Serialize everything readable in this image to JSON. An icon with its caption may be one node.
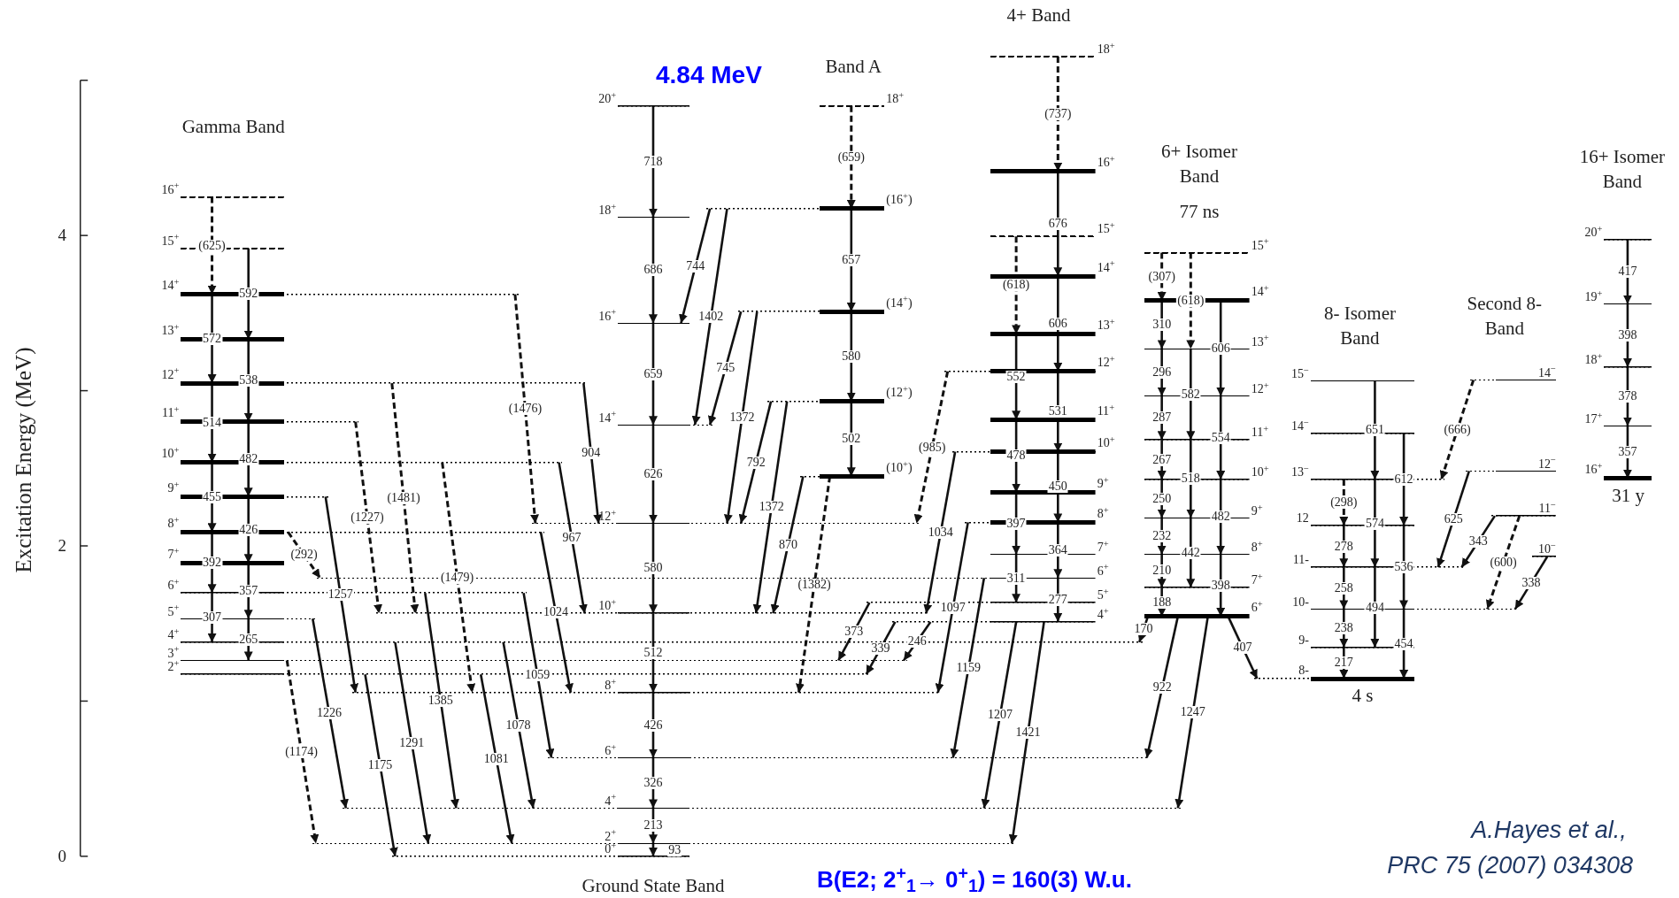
{
  "diagram": {
    "nodes": [
      {
        "text": [
          "20$^{+}$"
        ]
      },
      {
        "text": [
          "18$^{+}$"
        ]
      },
      {
        "text": [
          "16$^{+}$"
        ]
      },
      {
        "text": [
          "14$^{+}$"
        ]
      },
      {
        "text": [
          "12$^{+}$"
        ]
      },
      {
        "text": [
          "10$^{+}$"
        ]
      },
      {
        "text": [
          "8$^{+}$"
        ]
      },
      {
        "text": [
          "6$^{+}$"
        ]
      },
      {
        "text": [
          "4$^{+}$"
        ]
      },
      {
        "text": [
          "2$^{+}$"
        ]
      },
      {
        "text": [
          "0$^{+}$"
        ]
      },
      {
        "text": [
          "16$^{+}$"
        ]
      },
      {
        "text": [
          "15$^{+}$"
        ]
      },
      {
        "text": [
          "14$^{+}$"
        ]
      },
      {
        "text": [
          "13$^{+}$"
        ]
      },
      {
        "text": [
          "12$^{+}$"
        ]
      },
      {
        "text": [
          "11$^{+}$"
        ]
      },
      {
        "text": [
          "10$^{+}$"
        ]
      },
      {
        "text": [
          "9$^{+}$"
        ]
      },
      {
        "text": [
          "8$^{+}$"
        ]
      },
      {
        "text": [
          "7$^{+}$"
        ]
      },
      {
        "text": [
          "6$^{+}$"
        ]
      },
      {
        "text": [
          "5$^{+}$"
        ]
      },
      {
        "text": [
          "4$^{+}$"
        ]
      },
      {
        "text": [
          "3$^{+}$"
        ]
      },
      {
        "text": [
          "2$^{+}$"
        ]
      },
      {
        "text": [
          "18$^{+}$"
        ]
      },
      {
        "text": [
          "(16$^{+}$)"
        ]
      },
      {
        "text": [
          "(14$^{+}$)"
        ]
      },
      {
        "text": [
          "(12$^{+}$)"
        ]
      },
      {
        "text": [
          "(10$^{+}$)"
        ]
      },
      {
        "text": [
          "18$^{+}$"
        ]
      },
      {
        "text": [
          "16$^{+}$"
        ]
      },
      {
        "text": [
          "15$^{+}$"
        ]
      },
      {
        "text": [
          "14$^{+}$"
        ]
      },
      {
        "text": [
          "13$^{+}$"
        ]
      },
      {
        "text": [
          "12$^{+}$"
        ]
      },
      {
        "text": [
          "11$^{+}$"
        ]
      },
      {
        "text": [
          "10$^{+}$"
        ]
      },
      {
        "text": [
          "9$^{+}$"
        ]
      },
      {
        "text": [
          "8$^{+}$"
        ]
      },
      {
        "text": [
          "7$^{+}$"
        ]
      },
      {
        "text": [
          "6$^{+}$"
        ]
      },
      {
        "text": [
          "5$^{+}$"
        ]
      },
      {
        "text": [
          "4$^{+}$"
        ]
      },
      {
        "text": [
          "15$^{+}$"
        ]
      },
      {
        "text": [
          "14$^{+}$"
        ]
      },
      {
        "text": [
          "13$^{+}$"
        ]
      },
      {
        "text": [
          "12$^{+}$"
        ]
      },
      {
        "text": [
          "11$^{+}$"
        ]
      },
      {
        "text": [
          "10$^{+}$"
        ]
      },
      {
        "text": [
          "9$^{+}$"
        ]
      },
      {
        "text": [
          "8$^{+}$"
        ]
      },
      {
        "text": [
          "7$^{+}$"
        ]
      },
      {
        "text": [
          "6$^{+}$"
        ]
      },
      {
        "text": [
          "15$^{−}$"
        ]
      },
      {
        "text": [
          "14$^{−}$"
        ]
      },
      {
        "text": [
          "13$^{−}$"
        ]
      },
      {
        "text": [
          "12"
        ]
      },
      {
        "text": [
          "11-"
        ]
      },
      {
        "text": [
          "10-"
        ]
      },
      {
        "text": [
          "9-"
        ]
      },
      {
        "text": [
          "8-"
        ],
        "beside": [
          "4 s"
        ]
      },
      {
        "text": [
          "14$^{−}$"
        ]
      },
      {
        "text": [
          "12$^{−}$"
        ]
      },
      {
        "text": [
          "11$^{−}$"
        ]
      },
      {
        "text": [
          "10$^{−}$"
        ]
      },
      {
        "text": [
          "20$^{+}$"
        ]
      },
      {
        "text": [
          "19$^{+}$"
        ]
      },
      {
        "text": [
          "18$^{+}$"
        ]
      },
      {
        "text": [
          "17$^{+}$"
        ]
      },
      {
        "text": [
          "16$^{+}$"
        ],
        "beside": [
          "31 y"
        ]
      }
    ],
    "edges": [
      {
        "from": 0,
        "to": 1,
        "arrow": "to",
        "label": "718"
      },
      {
        "from": 1,
        "to": 2,
        "arrow": "to",
        "label": "686"
      },
      {
        "from": 2,
        "to": 3,
        "arrow": "to",
        "label": "659"
      },
      {
        "from": 3,
        "to": 4,
        "arrow": "to",
        "label": "626"
      },
      {
        "from": 4,
        "to": 5,
        "arrow": "to",
        "label": "580"
      },
      {
        "from": 5,
        "to": 6,
        "arrow": "to",
        "label": "512"
      },
      {
        "from": 6,
        "to": 7,
        "arrow": "to",
        "label": "426"
      },
      {
        "from": 7,
        "to": 8,
        "arrow": "to",
        "label": "326"
      },
      {
        "from": 8,
        "to": 9,
        "arrow": "to",
        "label": "213"
      },
      {
        "from": 9,
        "to": 10,
        "arrow": "to",
        "label": "93"
      },
      {
        "from": 11,
        "to": 13,
        "arrow": "to",
        "label": "(625)",
        "style": "dashed"
      },
      {
        "from": 13,
        "to": 15,
        "arrow": "to",
        "label": "572"
      },
      {
        "from": 15,
        "to": 17,
        "arrow": "to",
        "label": "514"
      },
      {
        "from": 17,
        "to": 19,
        "arrow": "to",
        "label": "455"
      },
      {
        "from": 19,
        "to": 21,
        "arrow": "to",
        "label": "392"
      },
      {
        "from": 21,
        "to": 23,
        "arrow": "to",
        "label": "307"
      },
      {
        "from": 12,
        "to": 14,
        "arrow": "to",
        "label": "592"
      },
      {
        "from": 14,
        "to": 16,
        "arrow": "to",
        "label": "538"
      },
      {
        "from": 16,
        "to": 18,
        "arrow": "to",
        "label": "482"
      },
      {
        "from": 18,
        "to": 20,
        "arrow": "to",
        "label": "426"
      },
      {
        "from": 20,
        "to": 22,
        "arrow": "to",
        "label": "357"
      },
      {
        "from": 22,
        "to": 24,
        "arrow": "to",
        "label": "265"
      },
      {
        "from": 13,
        "to": 4,
        "arrow": "to",
        "label": "(1476)",
        "style": "dashed"
      },
      {
        "from": 15,
        "to": 4,
        "arrow": "to",
        "label": "904"
      },
      {
        "from": 15,
        "to": 5,
        "arrow": "to",
        "label": "(1481)",
        "style": "dashed"
      },
      {
        "from": 16,
        "to": 5,
        "arrow": "to",
        "label": "(1227)",
        "style": "dashed"
      },
      {
        "from": 17,
        "to": 6,
        "arrow": "to",
        "label": "(1479)",
        "style": "dashed"
      },
      {
        "from": 17,
        "to": 5,
        "arrow": "to",
        "label": "967"
      },
      {
        "from": 18,
        "to": 6,
        "arrow": "to",
        "label": "1257"
      },
      {
        "from": 19,
        "to": 42,
        "arrow": "to",
        "label": "(292)",
        "style": "dashed"
      },
      {
        "from": 19,
        "to": 6,
        "arrow": "to",
        "label": "1024"
      },
      {
        "from": 21,
        "to": 8,
        "arrow": "to",
        "label": "1385"
      },
      {
        "from": 21,
        "to": 7,
        "arrow": "to",
        "label": "1059"
      },
      {
        "from": 22,
        "to": 8,
        "arrow": "to",
        "label": "1226"
      },
      {
        "from": 23,
        "to": 9,
        "arrow": "to",
        "label": "1291"
      },
      {
        "from": 23,
        "to": 8,
        "arrow": "to",
        "label": "1078"
      },
      {
        "from": 24,
        "to": 9,
        "arrow": "to",
        "label": "(1174)",
        "style": "dashed"
      },
      {
        "from": 25,
        "to": 10,
        "arrow": "to",
        "label": "1175"
      },
      {
        "from": 25,
        "to": 9,
        "arrow": "to",
        "label": "1081"
      },
      {
        "from": 26,
        "to": 27,
        "arrow": "to",
        "label": "(659)",
        "style": "dashed"
      },
      {
        "from": 27,
        "to": 28,
        "arrow": "to",
        "label": "657"
      },
      {
        "from": 28,
        "to": 29,
        "arrow": "to",
        "label": "580"
      },
      {
        "from": 29,
        "to": 30,
        "arrow": "to",
        "label": "502"
      },
      {
        "from": 27,
        "to": 2,
        "arrow": "to",
        "label": "744"
      },
      {
        "from": 27,
        "to": 3,
        "arrow": "to",
        "label": "1402"
      },
      {
        "from": 28,
        "to": 3,
        "arrow": "to",
        "label": "745"
      },
      {
        "from": 28,
        "to": 4,
        "arrow": "to",
        "label": "1372"
      },
      {
        "from": 29,
        "to": 4,
        "arrow": "to",
        "label": "792"
      },
      {
        "from": 29,
        "to": 5,
        "arrow": "to",
        "label": "1372"
      },
      {
        "from": 30,
        "to": 5,
        "arrow": "to",
        "label": "870"
      },
      {
        "from": 30,
        "to": 6,
        "arrow": "to",
        "label": "(1382)",
        "style": "dashed"
      },
      {
        "from": 31,
        "to": 32,
        "arrow": "to",
        "label": "(737)",
        "style": "dashed"
      },
      {
        "from": 32,
        "to": 34,
        "arrow": "to",
        "label": "676"
      },
      {
        "from": 34,
        "to": 36,
        "arrow": "to",
        "label": "606"
      },
      {
        "from": 36,
        "to": 38,
        "arrow": "to",
        "label": "531"
      },
      {
        "from": 38,
        "to": 40,
        "arrow": "to",
        "label": "450"
      },
      {
        "from": 40,
        "to": 42,
        "arrow": "to",
        "label": "364"
      },
      {
        "from": 42,
        "to": 44,
        "arrow": "to",
        "label": "277"
      },
      {
        "from": 33,
        "to": 35,
        "arrow": "to",
        "label": "(618)",
        "style": "dashed"
      },
      {
        "from": 35,
        "to": 37,
        "arrow": "to",
        "label": "552"
      },
      {
        "from": 37,
        "to": 39,
        "arrow": "to",
        "label": "478"
      },
      {
        "from": 39,
        "to": 41,
        "arrow": "to",
        "label": "397"
      },
      {
        "from": 41,
        "to": 43,
        "arrow": "to",
        "label": "311"
      },
      {
        "from": 36,
        "to": 4,
        "arrow": "to",
        "label": "(985)",
        "style": "dashed"
      },
      {
        "from": 38,
        "to": 5,
        "arrow": "to",
        "label": "1034"
      },
      {
        "from": 40,
        "to": 6,
        "arrow": "to",
        "label": "1097"
      },
      {
        "from": 42,
        "to": 7,
        "arrow": "to",
        "label": "1159"
      },
      {
        "from": 44,
        "to": 8,
        "arrow": "to",
        "label": "1207"
      },
      {
        "from": 44,
        "to": 9,
        "arrow": "to",
        "label": "1421"
      },
      {
        "from": 43,
        "to": 24,
        "arrow": "to",
        "label": "373"
      },
      {
        "from": 44,
        "to": 25,
        "arrow": "to",
        "label": "339"
      },
      {
        "from": 44,
        "to": 24,
        "arrow": "to",
        "label": "246"
      },
      {
        "from": 45,
        "to": 46,
        "arrow": "to",
        "label": "(307)",
        "style": "dashed"
      },
      {
        "from": 46,
        "to": 47,
        "arrow": "to",
        "label": "310"
      },
      {
        "from": 47,
        "to": 48,
        "arrow": "to",
        "label": "296"
      },
      {
        "from": 48,
        "to": 49,
        "arrow": "to",
        "label": "287"
      },
      {
        "from": 49,
        "to": 50,
        "arrow": "to",
        "label": "267"
      },
      {
        "from": 50,
        "to": 51,
        "arrow": "to",
        "label": "250"
      },
      {
        "from": 51,
        "to": 52,
        "arrow": "to",
        "label": "232"
      },
      {
        "from": 52,
        "to": 53,
        "arrow": "to",
        "label": "210"
      },
      {
        "from": 53,
        "to": 54,
        "arrow": "to",
        "label": "188"
      },
      {
        "from": 45,
        "to": 47,
        "arrow": "to",
        "label": "(618)",
        "style": "dashed"
      },
      {
        "from": 47,
        "to": 49,
        "arrow": "to",
        "label": "582"
      },
      {
        "from": 49,
        "to": 51,
        "arrow": "to",
        "label": "518"
      },
      {
        "from": 51,
        "to": 53,
        "arrow": "to",
        "label": "442"
      },
      {
        "from": 46,
        "to": 48,
        "arrow": "to",
        "label": "606"
      },
      {
        "from": 48,
        "to": 50,
        "arrow": "to",
        "label": "554"
      },
      {
        "from": 50,
        "to": 52,
        "arrow": "to",
        "label": "482"
      },
      {
        "from": 52,
        "to": 54,
        "arrow": "to",
        "label": "398"
      },
      {
        "from": 54,
        "to": 23,
        "arrow": "to",
        "label": "170"
      },
      {
        "from": 54,
        "to": 7,
        "arrow": "to",
        "label": "922"
      },
      {
        "from": 54,
        "to": 8,
        "arrow": "to",
        "label": "1247"
      },
      {
        "from": 54,
        "to": 62,
        "arrow": "to",
        "label": "407"
      },
      {
        "from": 57,
        "to": 58,
        "arrow": "to",
        "label": "(298)",
        "style": "dashed"
      },
      {
        "from": 58,
        "to": 59,
        "arrow": "to",
        "label": "278"
      },
      {
        "from": 59,
        "to": 60,
        "arrow": "to",
        "label": "258"
      },
      {
        "from": 60,
        "to": 61,
        "arrow": "to",
        "label": "238"
      },
      {
        "from": 61,
        "to": 62,
        "arrow": "to",
        "label": "217"
      },
      {
        "from": 55,
        "to": 57,
        "arrow": "to",
        "label": "651"
      },
      {
        "from": 57,
        "to": 59,
        "arrow": "to",
        "label": "574"
      },
      {
        "from": 59,
        "to": 61,
        "arrow": "to",
        "label": "494"
      },
      {
        "from": 56,
        "to": 58,
        "arrow": "to",
        "label": "612"
      },
      {
        "from": 58,
        "to": 60,
        "arrow": "to",
        "label": "536"
      },
      {
        "from": 60,
        "to": 62,
        "arrow": "to",
        "label": "454"
      },
      {
        "from": 63,
        "to": 57,
        "arrow": "to",
        "label": "(666)",
        "style": "dashed"
      },
      {
        "from": 64,
        "to": 59,
        "arrow": "to",
        "label": "625"
      },
      {
        "from": 65,
        "to": 59,
        "arrow": "to",
        "label": "343"
      },
      {
        "from": 65,
        "to": 60,
        "arrow": "to",
        "label": "(600)",
        "style": "dashed"
      },
      {
        "from": 66,
        "to": 60,
        "arrow": "to",
        "label": "338"
      },
      {
        "from": 67,
        "to": 68,
        "arrow": "to",
        "label": "417"
      },
      {
        "from": 68,
        "to": 69,
        "arrow": "to",
        "label": "398"
      },
      {
        "from": 69,
        "to": 70,
        "arrow": "to",
        "label": "378"
      },
      {
        "from": 70,
        "to": 71,
        "arrow": "to",
        "label": "357"
      }
    ],
    "labels": [
      "4+ Band",
      "Band A",
      "4.84 MeV",
      "Gamma Band",
      "6+ Isomer Band",
      "16+ Isomer Band",
      "77 ns",
      "4",
      "Second 8- Band",
      "8- Isomer Band",
      "Excitation Energy (MeV)",
      "2",
      "A.Hayes et al.,",
      "PRC 75 (2007) 034308",
      "0",
      "Ground State Band",
      "B(E2; 2$^{+}$$_{1}$→ 0$^{+}$$_{1}$) = 160(3) W.u."
    ]
  }
}
